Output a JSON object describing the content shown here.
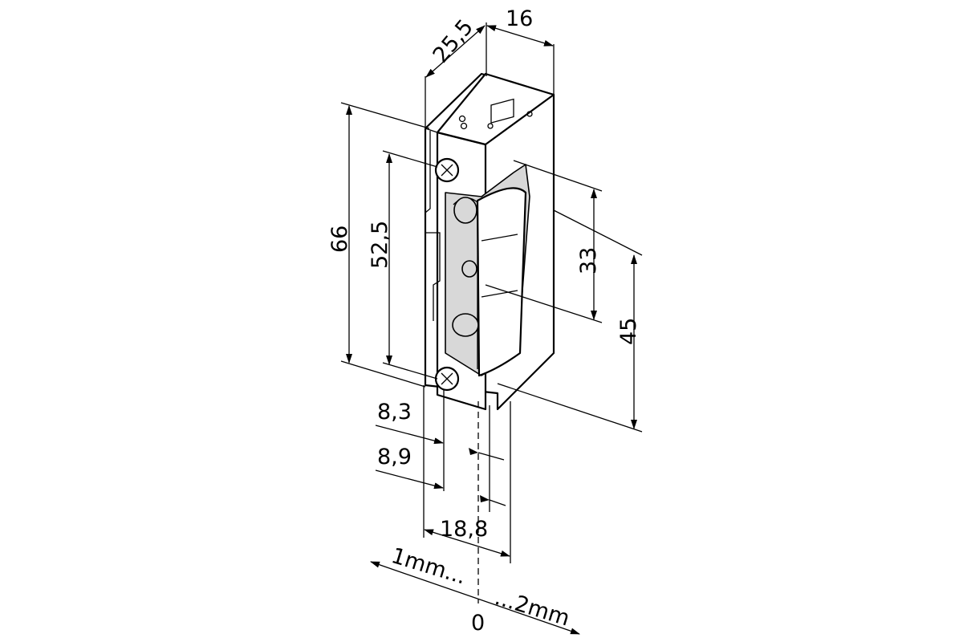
{
  "dimensions": {
    "depth": "16",
    "width_top": "25,5",
    "height_total": "66",
    "height_screws": "52,5",
    "latch_height": "33",
    "latch_offset": "45",
    "offset_a": "8,3",
    "offset_b": "8,9",
    "front_width": "18,8"
  },
  "adjustment": {
    "left_label": "1mm...",
    "right_label": "...2mm",
    "zero_label": "0"
  }
}
